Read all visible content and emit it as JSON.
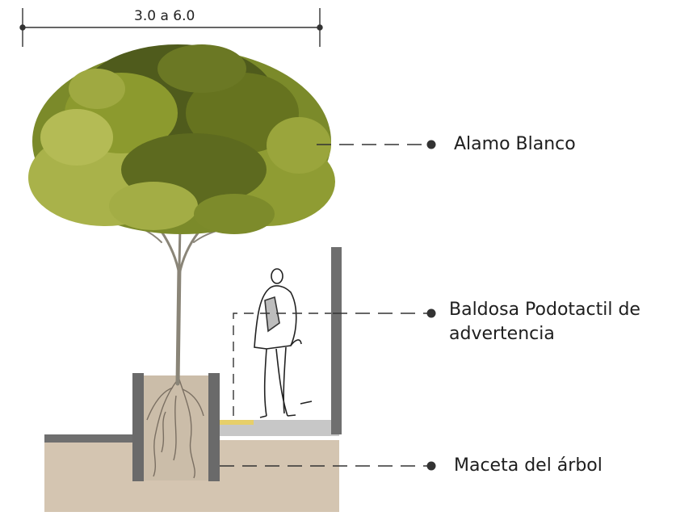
{
  "dimension": {
    "text": "3.0 a 6.0"
  },
  "labels": {
    "tree": "Alamo Blanco",
    "tile_line1": "Baldosa Podotactil de",
    "tile_line2": "advertencia",
    "planter": "Maceta del árbol"
  },
  "colors": {
    "soil": "#d4c5b1",
    "wall": "#6f6f6f",
    "pavement": "#c7c7c7",
    "tactile_tile": "#e6cf6a",
    "foliage_dark": "#4f5b1c",
    "foliage_mid": "#7b8a2a",
    "foliage_light": "#a9b24a",
    "trunk": "#8a8578",
    "leader": "#333333"
  }
}
